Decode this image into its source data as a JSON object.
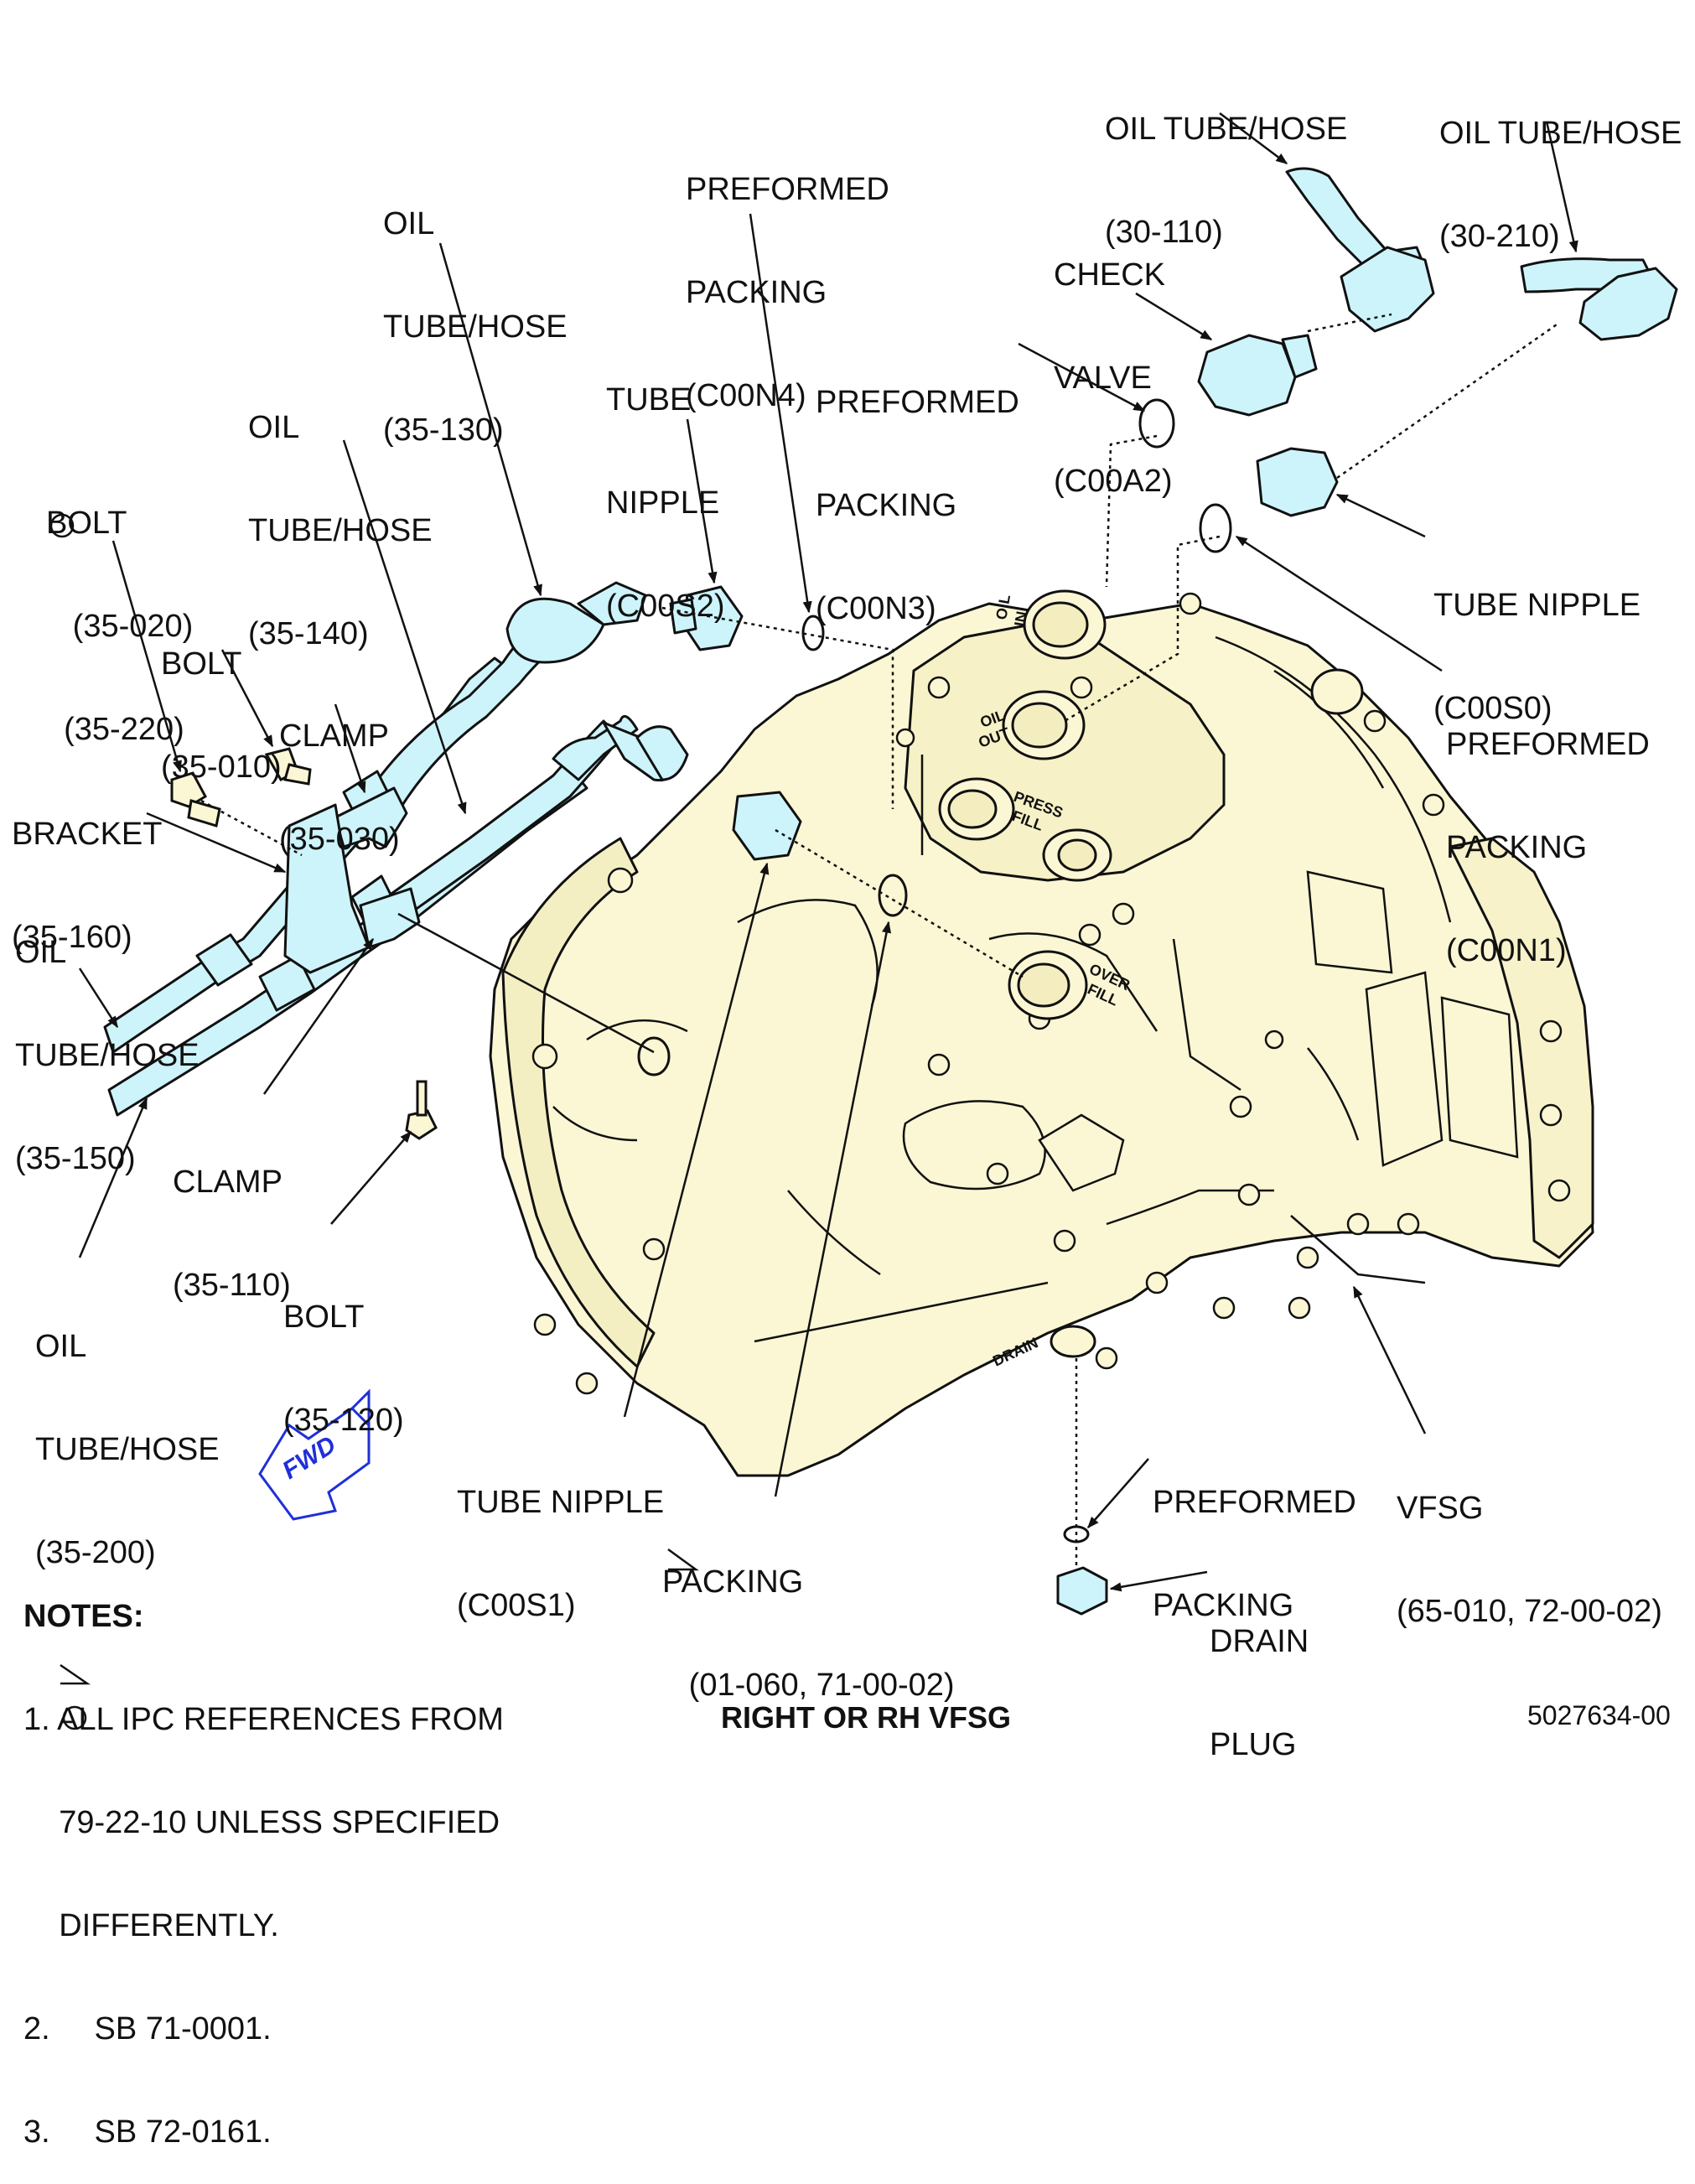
{
  "diagram": {
    "colors": {
      "housing": "#fbf7d4",
      "component": "#cdf4fb",
      "line": "#111111",
      "fwd": "#1f2fd8"
    },
    "labels": {
      "oil_tube_30_110": [
        "OIL TUBE/HOSE",
        "(30-110)"
      ],
      "oil_tube_30_210": [
        "OIL TUBE/HOSE",
        "(30-210)"
      ],
      "preformed_packing_c00n4": [
        "PREFORMED",
        "PACKING",
        "(C00N4)"
      ],
      "oil_tube_35_130": [
        "OIL",
        "TUBE/HOSE",
        "(35-130)"
      ],
      "check_valve_c00a2": [
        "CHECK",
        "VALVE",
        "(C00A2)"
      ],
      "tube_nipple_c00s2": [
        "TUBE",
        "NIPPLE",
        "(C00S2)"
      ],
      "preformed_packing_c00n3": [
        "PREFORMED",
        "PACKING",
        "(C00N3)"
      ],
      "oil_tube_35_140": [
        "OIL",
        "TUBE/HOSE",
        "(35-140)"
      ],
      "bolt_35_020": [
        "BOLT",
        "   (35-020)",
        "  (35-220)"
      ],
      "bolt_35_010": [
        "BOLT",
        "(35-010)"
      ],
      "clamp_35_030": [
        "CLAMP",
        "(35-030)"
      ],
      "tube_nipple_c00s0": [
        "TUBE NIPPLE",
        "(C00S0)"
      ],
      "preformed_packing_c00n1": [
        "PREFORMED",
        "PACKING",
        "(C00N1)"
      ],
      "bracket_35_160": [
        "BRACKET",
        "(35-160)"
      ],
      "oil_tube_35_150": [
        "OIL",
        "TUBE/HOSE",
        "(35-150)"
      ],
      "clamp_35_110": [
        "CLAMP",
        "(35-110)"
      ],
      "bolt_35_120": [
        "BOLT",
        "(35-120)"
      ],
      "oil_tube_35_200": [
        "OIL",
        "TUBE/HOSE",
        "(35-200)"
      ],
      "tube_nipple_c00s1": [
        "TUBE NIPPLE",
        "(C00S1)"
      ],
      "packing_01_060": [
        "PACKING",
        "   (01-060, 71-00-02)"
      ],
      "preformed_packing_drain": [
        "PREFORMED",
        "PACKING"
      ],
      "vfsg": [
        "VFSG",
        "(65-010, 72-00-02)"
      ],
      "drain_plug": [
        "DRAIN",
        "PLUG"
      ]
    },
    "port_markings": {
      "oil_in": [
        "OIL",
        "IN"
      ],
      "oil_out": [
        "OIL",
        "OUT"
      ],
      "press_fill": [
        "PRESS",
        "FILL"
      ],
      "over_fill": [
        "OVER",
        "FILL"
      ],
      "drain": "DRAIN"
    },
    "fwd_label": "FWD",
    "notes": {
      "title": "NOTES:",
      "items": [
        "1. ALL IPC REFERENCES FROM",
        "    79-22-10 UNLESS SPECIFIED",
        "    DIFFERENTLY.",
        "2.     SB 71-0001.",
        "3.     SB 72-0161."
      ]
    },
    "caption": "RIGHT OR RH VFSG",
    "document_number": "5027634-00"
  }
}
